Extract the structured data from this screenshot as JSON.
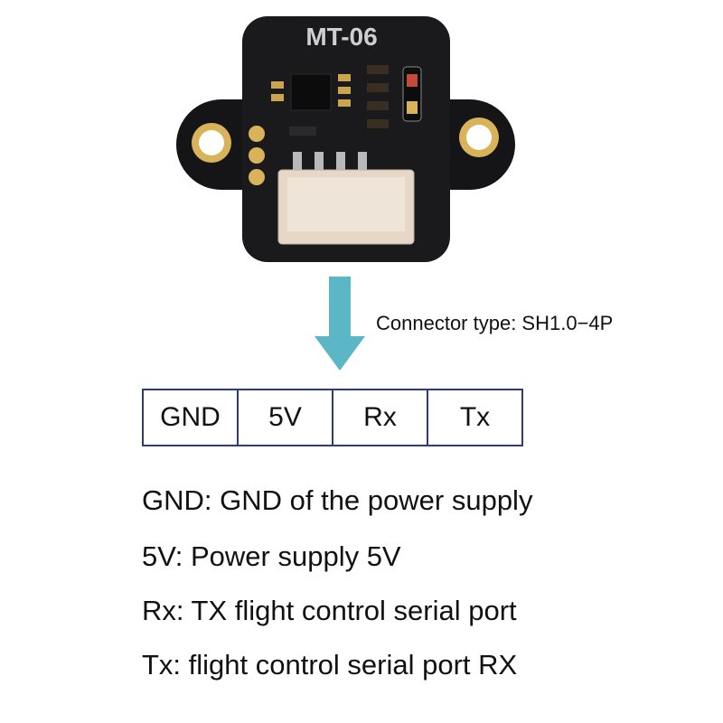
{
  "board": {
    "label": "MT-06",
    "colors": {
      "pcb": "#151517",
      "pad": "#d9b35a",
      "connector": "#e6d7c7"
    }
  },
  "arrow": {
    "color": "#5bb6c6"
  },
  "connector_label": "Connector type: SH1.0−4P",
  "pins": [
    {
      "label": "GND"
    },
    {
      "label": "5V"
    },
    {
      "label": "Rx"
    },
    {
      "label": "Tx"
    }
  ],
  "descriptions": [
    "GND: GND of the power supply",
    "5V: Power supply 5V",
    "Rx: TX flight control serial port",
    "Tx: flight control serial port RX"
  ]
}
